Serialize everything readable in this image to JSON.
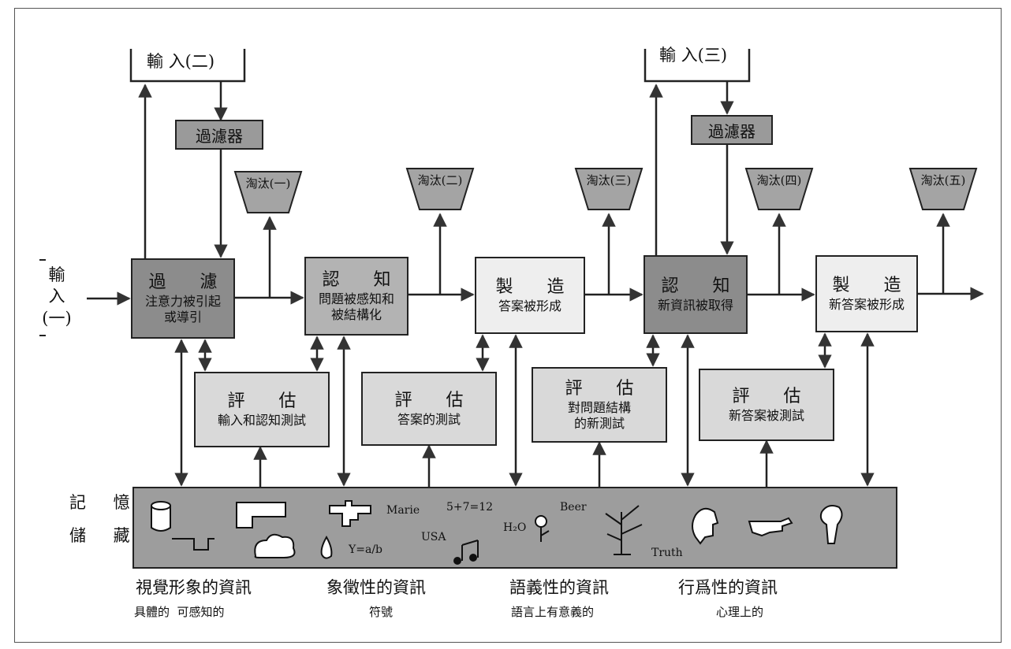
{
  "input1": {
    "line1": "輸",
    "line2": "入",
    "line3": "(一)"
  },
  "input2": {
    "label": "輸 入(二)"
  },
  "input3": {
    "label": "輸 入(三)"
  },
  "filters": [
    "過濾器",
    "過濾器"
  ],
  "eliminations": [
    "淘汰(一)",
    "淘汰(二)",
    "淘汰(三)",
    "淘汰(四)",
    "淘汰(五)"
  ],
  "stages": [
    {
      "title": "過 濾",
      "sub1": "注意力被引起",
      "sub2": "或導引"
    },
    {
      "title": "認 知",
      "sub1": "問題被感知和",
      "sub2": "被結構化"
    },
    {
      "title": "製 造",
      "sub1": "答案被形成",
      "sub2": ""
    },
    {
      "title": "認 知",
      "sub1": "新資訊被取得",
      "sub2": ""
    },
    {
      "title": "製 造",
      "sub1": "新答案被形成",
      "sub2": ""
    }
  ],
  "evaluations": [
    {
      "title": "評 估",
      "sub1": "輸入和認知測試",
      "sub2": ""
    },
    {
      "title": "評 估",
      "sub1": "答案的測試",
      "sub2": ""
    },
    {
      "title": "評 估",
      "sub1": "對問題結構",
      "sub2": "的新測試"
    },
    {
      "title": "評 估",
      "sub1": "新答案被測試",
      "sub2": ""
    }
  ],
  "memory": {
    "label1": "記 憶",
    "label2": "儲 藏",
    "glyphs": [
      "Marie",
      "5+7=12",
      "Beer",
      "USA",
      "H₂O",
      "Y=a/b",
      "Truth"
    ]
  },
  "categories": [
    {
      "title": "視覺形象的資訊",
      "sub": "具體的  可感知的"
    },
    {
      "title": "象徵性的資訊",
      "sub": "符號"
    },
    {
      "title": "語義性的資訊",
      "sub": "語言上有意義的"
    },
    {
      "title": "行爲性的資訊",
      "sub": "心理上的"
    }
  ]
}
